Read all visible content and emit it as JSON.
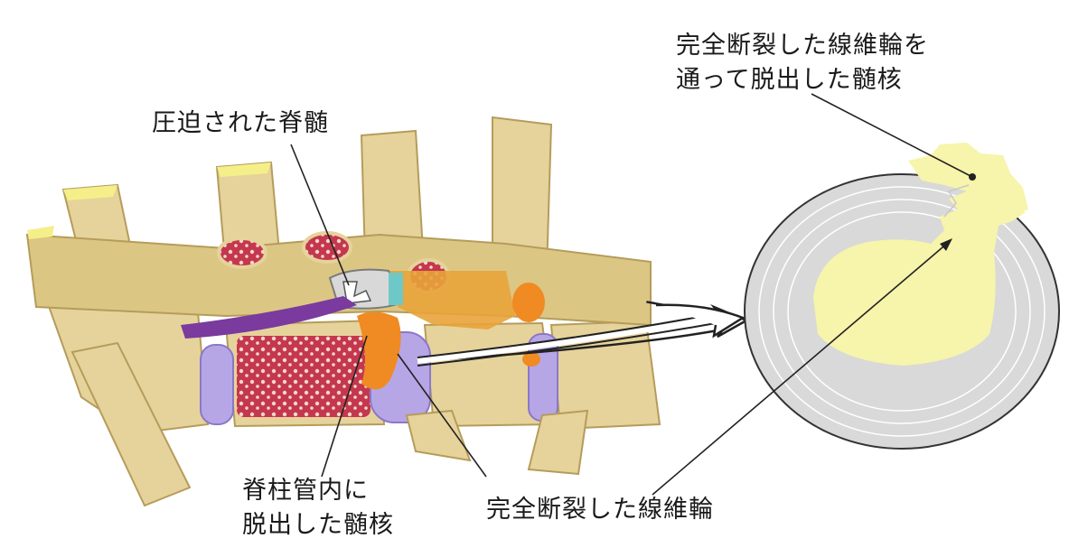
{
  "labels": {
    "compressed_cord": "圧迫された脊髄",
    "canal_herniation": [
      "脊柱管内に",
      "脱出した髄核"
    ],
    "torn_annulus": "完全断裂した線維輪",
    "extruded_nucleus": [
      "完全断裂した線維輪を",
      "通って脱出した髄核"
    ]
  },
  "colors": {
    "bone": "#e6d39b",
    "bone_shadow": "#c9b272",
    "marrow": "#c4374f",
    "disc": "#b7a6e6",
    "nucleus_herniated": "#f08a22",
    "ligament": "#e8a33a",
    "spinal_cord": "#d8d8d8",
    "nerve": "#7a3a9e",
    "annulus": "#d9d9d9",
    "nucleus": "#f7f4ab"
  }
}
